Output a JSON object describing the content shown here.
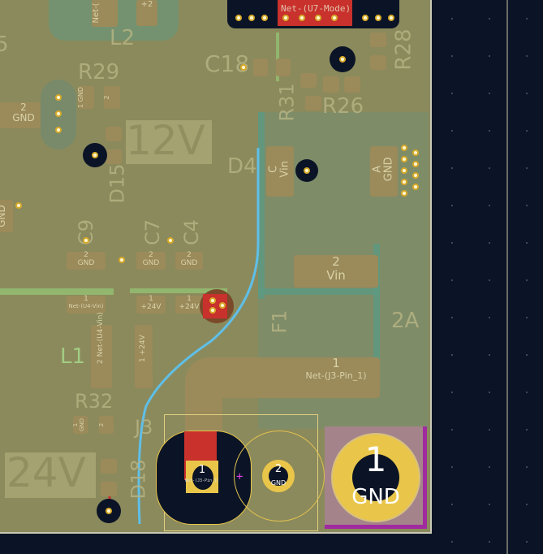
{
  "canvas": {
    "background_color": "#0b1426",
    "board_color": "#8b8a5c",
    "copper_color": "#9b8a5a",
    "via_ring_color": "#e9c64a",
    "track_front_color": "#c8312c",
    "track_back_color": "#5fbfe8"
  },
  "references": {
    "l2": "L2",
    "c18": "C18",
    "r29": "R29",
    "r28": "R28",
    "r31": "R31",
    "r26": "R26",
    "d4": "D4",
    "d15": "D15",
    "c9": "C9",
    "c7": "C7",
    "c4": "C4",
    "l1": "L1",
    "f1": "F1",
    "r32": "R32",
    "j3": "J3",
    "d18": "D18",
    "partial_left": "5"
  },
  "values": {
    "v12": "12V",
    "v24": "24V",
    "fuse": "2A"
  },
  "nets": {
    "u7_mode": "Net-(U7-Mode)",
    "u4_vin": "Net-(U4-Vin)",
    "j3_pin1": "Net-(J3-Pin_1)",
    "top_partial": "Net-(",
    "top_partial2": "+2"
  },
  "pads": {
    "r29_pad1_num": "1",
    "r29_pad1_net": "GND",
    "r29_pad2_num": "2",
    "left_pad_num": "2",
    "left_pad_net": "GND",
    "d4_c": "C",
    "d4_c_net": "Vin",
    "d4_a": "A",
    "d4_a_net": "GND",
    "c9_p2_num": "2",
    "c9_p2_net": "GND",
    "c9_p1_num": "1",
    "c7_p2_num": "2",
    "c7_p2_net": "GND",
    "c7_p1_num": "1",
    "c7_p1_net": "+24V",
    "c4_p2_num": "2",
    "c4_p2_net": "GND",
    "c4_p1_num": "1",
    "c4_p1_net": "+24V",
    "f1_p2_num": "2",
    "f1_p2_net": "Vin",
    "f1_p1_num": "1",
    "l1_p2_num": "2",
    "l1_p1_num": "1",
    "l1_p1_net": "+24V",
    "r32_p1_num": "1",
    "r32_p1_net": "GND",
    "r32_p2_num": "2",
    "j3_p1_num": "1",
    "j3_p2_num": "2",
    "j3_p2_net": "GND",
    "mount_num": "1",
    "mount_net": "GND",
    "left_gnd_partial": "GND"
  }
}
